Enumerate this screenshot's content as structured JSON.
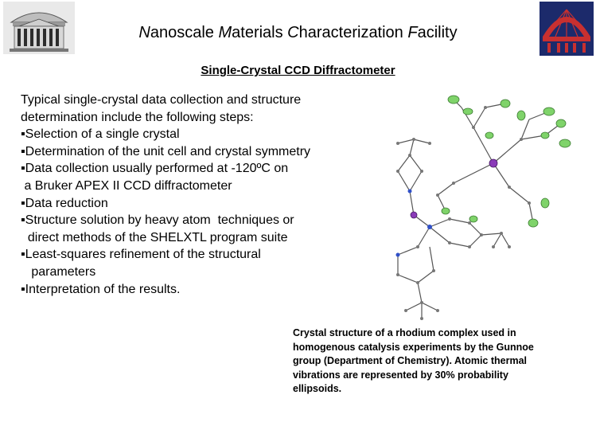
{
  "header": {
    "title_parts": [
      {
        "initial": "N",
        "rest": "anoscale "
      },
      {
        "initial": "M",
        "rest": "aterials "
      },
      {
        "initial": "C",
        "rest": "haracterization "
      },
      {
        "initial": "F",
        "rest": "acility"
      }
    ]
  },
  "subtitle": "Single-Crystal CCD Diffractometer",
  "body_lines": [
    "Typical single-crystal data collection and structure",
    "determination include the following steps:",
    "▪Selection of a single crystal",
    "▪Determination of the unit cell and crystal symmetry",
    "▪Data collection usually performed at -120ºC on",
    " a Bruker APEX II CCD diffractometer",
    "▪Data reduction",
    "▪Structure solution by heavy atom  techniques or",
    "  direct methods of the SHELXTL program suite",
    "▪Least-squares refinement of the structural",
    "   parameters",
    "▪Interpretation of the results."
  ],
  "caption_lines": [
    "Crystal structure of a rhodium complex used in",
    "homogenous catalysis experiments by the Gunnoe",
    "group (Department of Chemistry). Atomic thermal",
    "vibrations are represented by 30% probability",
    "ellipsoids."
  ],
  "colors": {
    "logo_right_bg": "#1c2a6b",
    "logo_right_accent": "#c83030",
    "ellipsoid_green": "#7fd36a",
    "atom_purple": "#8a3bb8",
    "bond": "#555555"
  },
  "icons": {
    "logo_left": "rotunda-building-icon",
    "logo_right": "rotunda-dome-emblem-icon",
    "figure": "crystal-structure-ortep-image"
  }
}
